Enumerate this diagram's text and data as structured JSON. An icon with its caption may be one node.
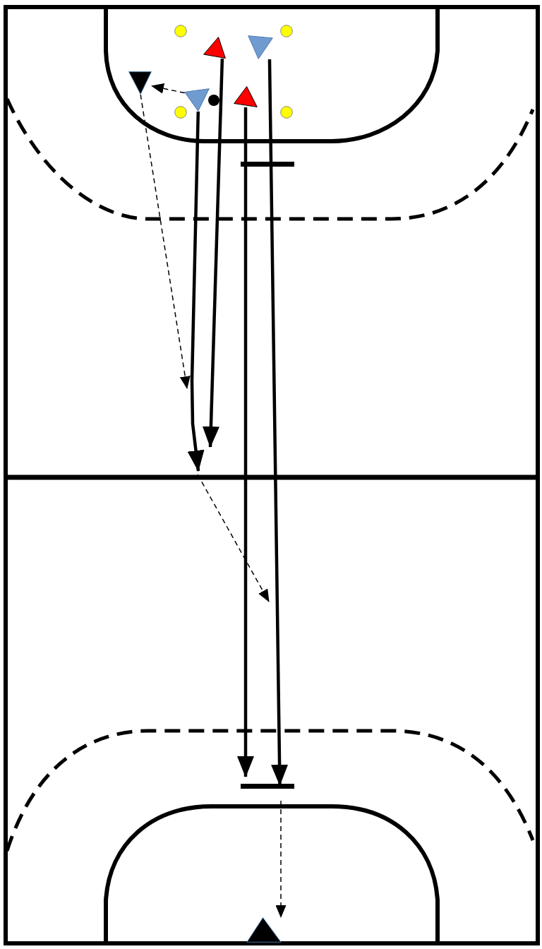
{
  "diagram": {
    "nodes": [
      {
        "text": [],
        "shape": "triangle"
      },
      {
        "text": [],
        "shape": "triangle"
      },
      {
        "text": [],
        "shape": "triangle"
      },
      {
        "text": [],
        "shape": "triangle"
      },
      {
        "text": [],
        "shape": "triangle"
      },
      {
        "text": [],
        "shape": "triangle"
      }
    ],
    "edges": [
      {
        "from": 1,
        "to": 0,
        "arrow": "to",
        "style": "dashed"
      },
      {
        "from": 0,
        "to": null,
        "arrow": "to",
        "style": "dashed"
      },
      {
        "from": 1,
        "to": null,
        "arrow": "to"
      },
      {
        "from": 2,
        "to": null,
        "arrow": "to"
      },
      {
        "from": 3,
        "to": null,
        "arrow": "to"
      },
      {
        "from": 4,
        "to": null,
        "arrow": "to"
      },
      {
        "from": null,
        "to": 5,
        "arrow": "to",
        "style": "dashed"
      }
    ]
  }
}
